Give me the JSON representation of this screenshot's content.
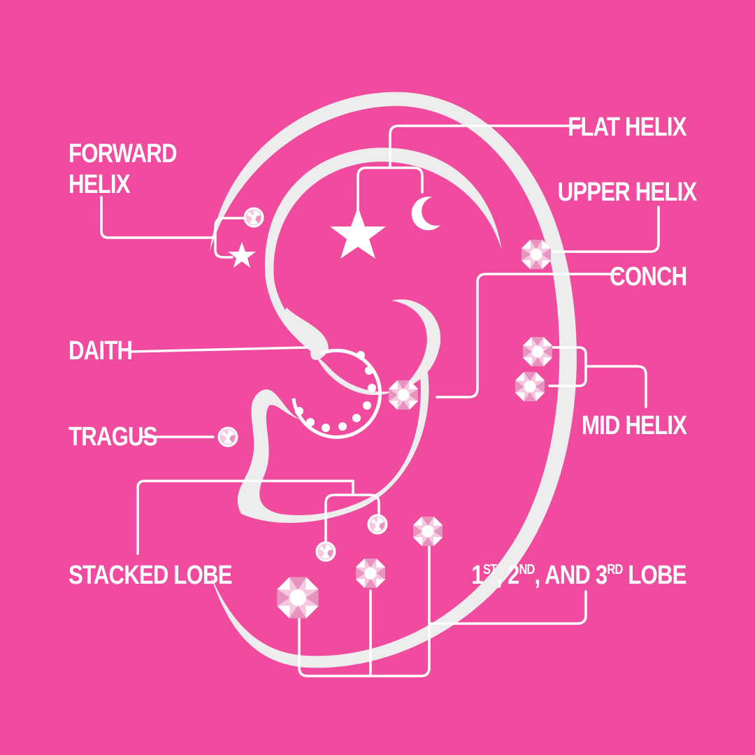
{
  "colors": {
    "background": "#f04b9f",
    "ear": "#ededed",
    "line": "#ffffff",
    "gem_light": "#ffffff",
    "gem_mid": "#f7c7e0",
    "gem_dark": "#e693c0"
  },
  "labels": {
    "forward_helix_1": "FORWARD",
    "forward_helix_2": "HELIX",
    "flat_helix": "FLAT HELIX",
    "upper_helix": "UPPER HELIX",
    "conch": "CONCH",
    "daith": "DAITH",
    "tragus": "TRAGUS",
    "mid_helix": "MID HELIX",
    "stacked_lobe": "STACKED LOBE",
    "lobe": {
      "n1": "1",
      "s1": "ST",
      "sep1": ", ",
      "n2": "2",
      "s2": "ND",
      "sep2": ", AND ",
      "n3": "3",
      "s3": "RD",
      "tail": " LOBE"
    }
  },
  "icons": [
    "star-icon",
    "moon-icon",
    "hoop-ring-icon",
    "gem-stud-icon",
    "small-gem-stud-icon"
  ]
}
